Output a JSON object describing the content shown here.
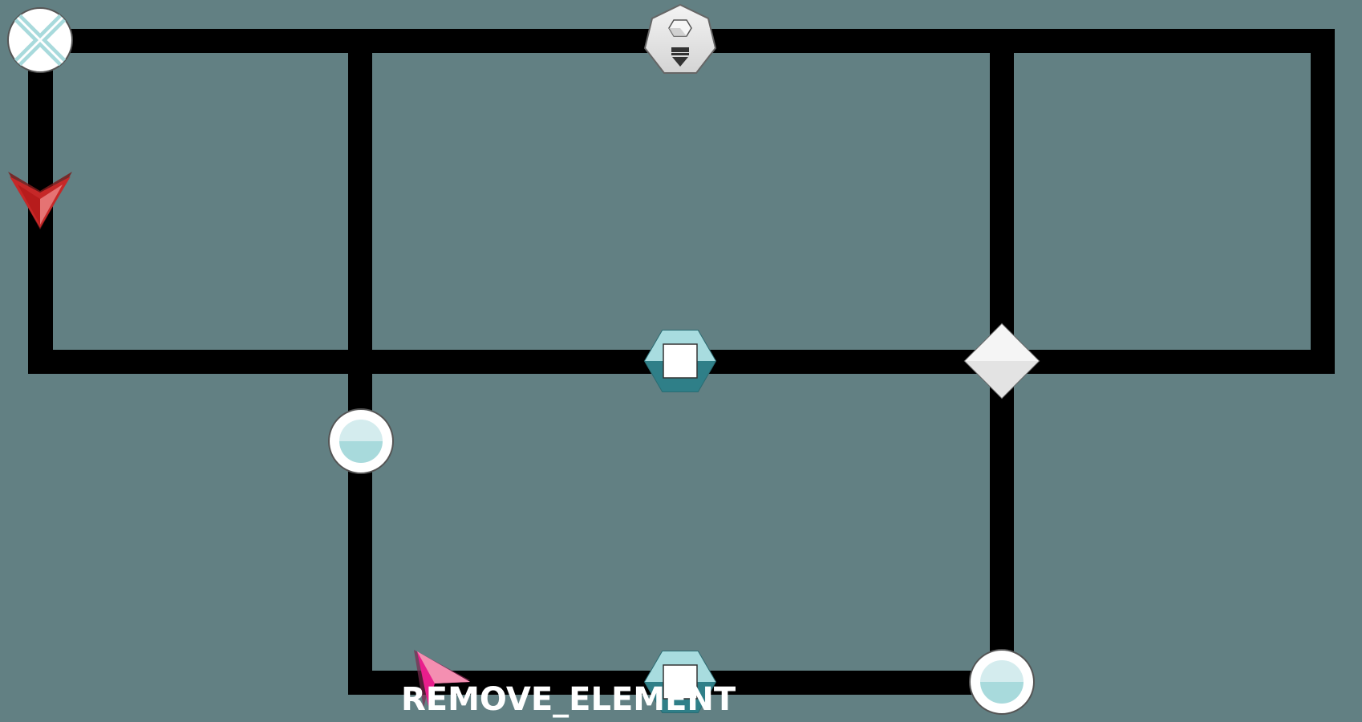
{
  "canvas": {
    "background": "#628083",
    "wire_color": "#000000"
  },
  "nodes": [
    {
      "id": "n-exclusive-gateway",
      "kind": "exclusive-gateway",
      "icon": "x-circle-icon"
    },
    {
      "id": "n-data-store",
      "kind": "data-store",
      "icon": "cube-download-icon"
    },
    {
      "id": "n-start-arrow",
      "kind": "start-marker",
      "icon": "red-arrowhead-icon",
      "color": "#c62828"
    },
    {
      "id": "n-process-center",
      "kind": "process",
      "icon": "hex-square-icon",
      "color": "#3a9a9f"
    },
    {
      "id": "n-decision",
      "kind": "decision",
      "icon": "diamond-icon"
    },
    {
      "id": "n-event-left",
      "kind": "event",
      "icon": "circle-event-icon",
      "color": "#a8dadc"
    },
    {
      "id": "n-process-bottom",
      "kind": "process",
      "icon": "hex-square-icon",
      "color": "#3a9a9f"
    },
    {
      "id": "n-event-right",
      "kind": "event",
      "icon": "circle-event-icon",
      "color": "#a8dadc"
    }
  ],
  "cursor": {
    "icon": "pink-pointer-icon",
    "color": "#e91e8c",
    "tool_label": "REMOVE_ELEMENT"
  }
}
